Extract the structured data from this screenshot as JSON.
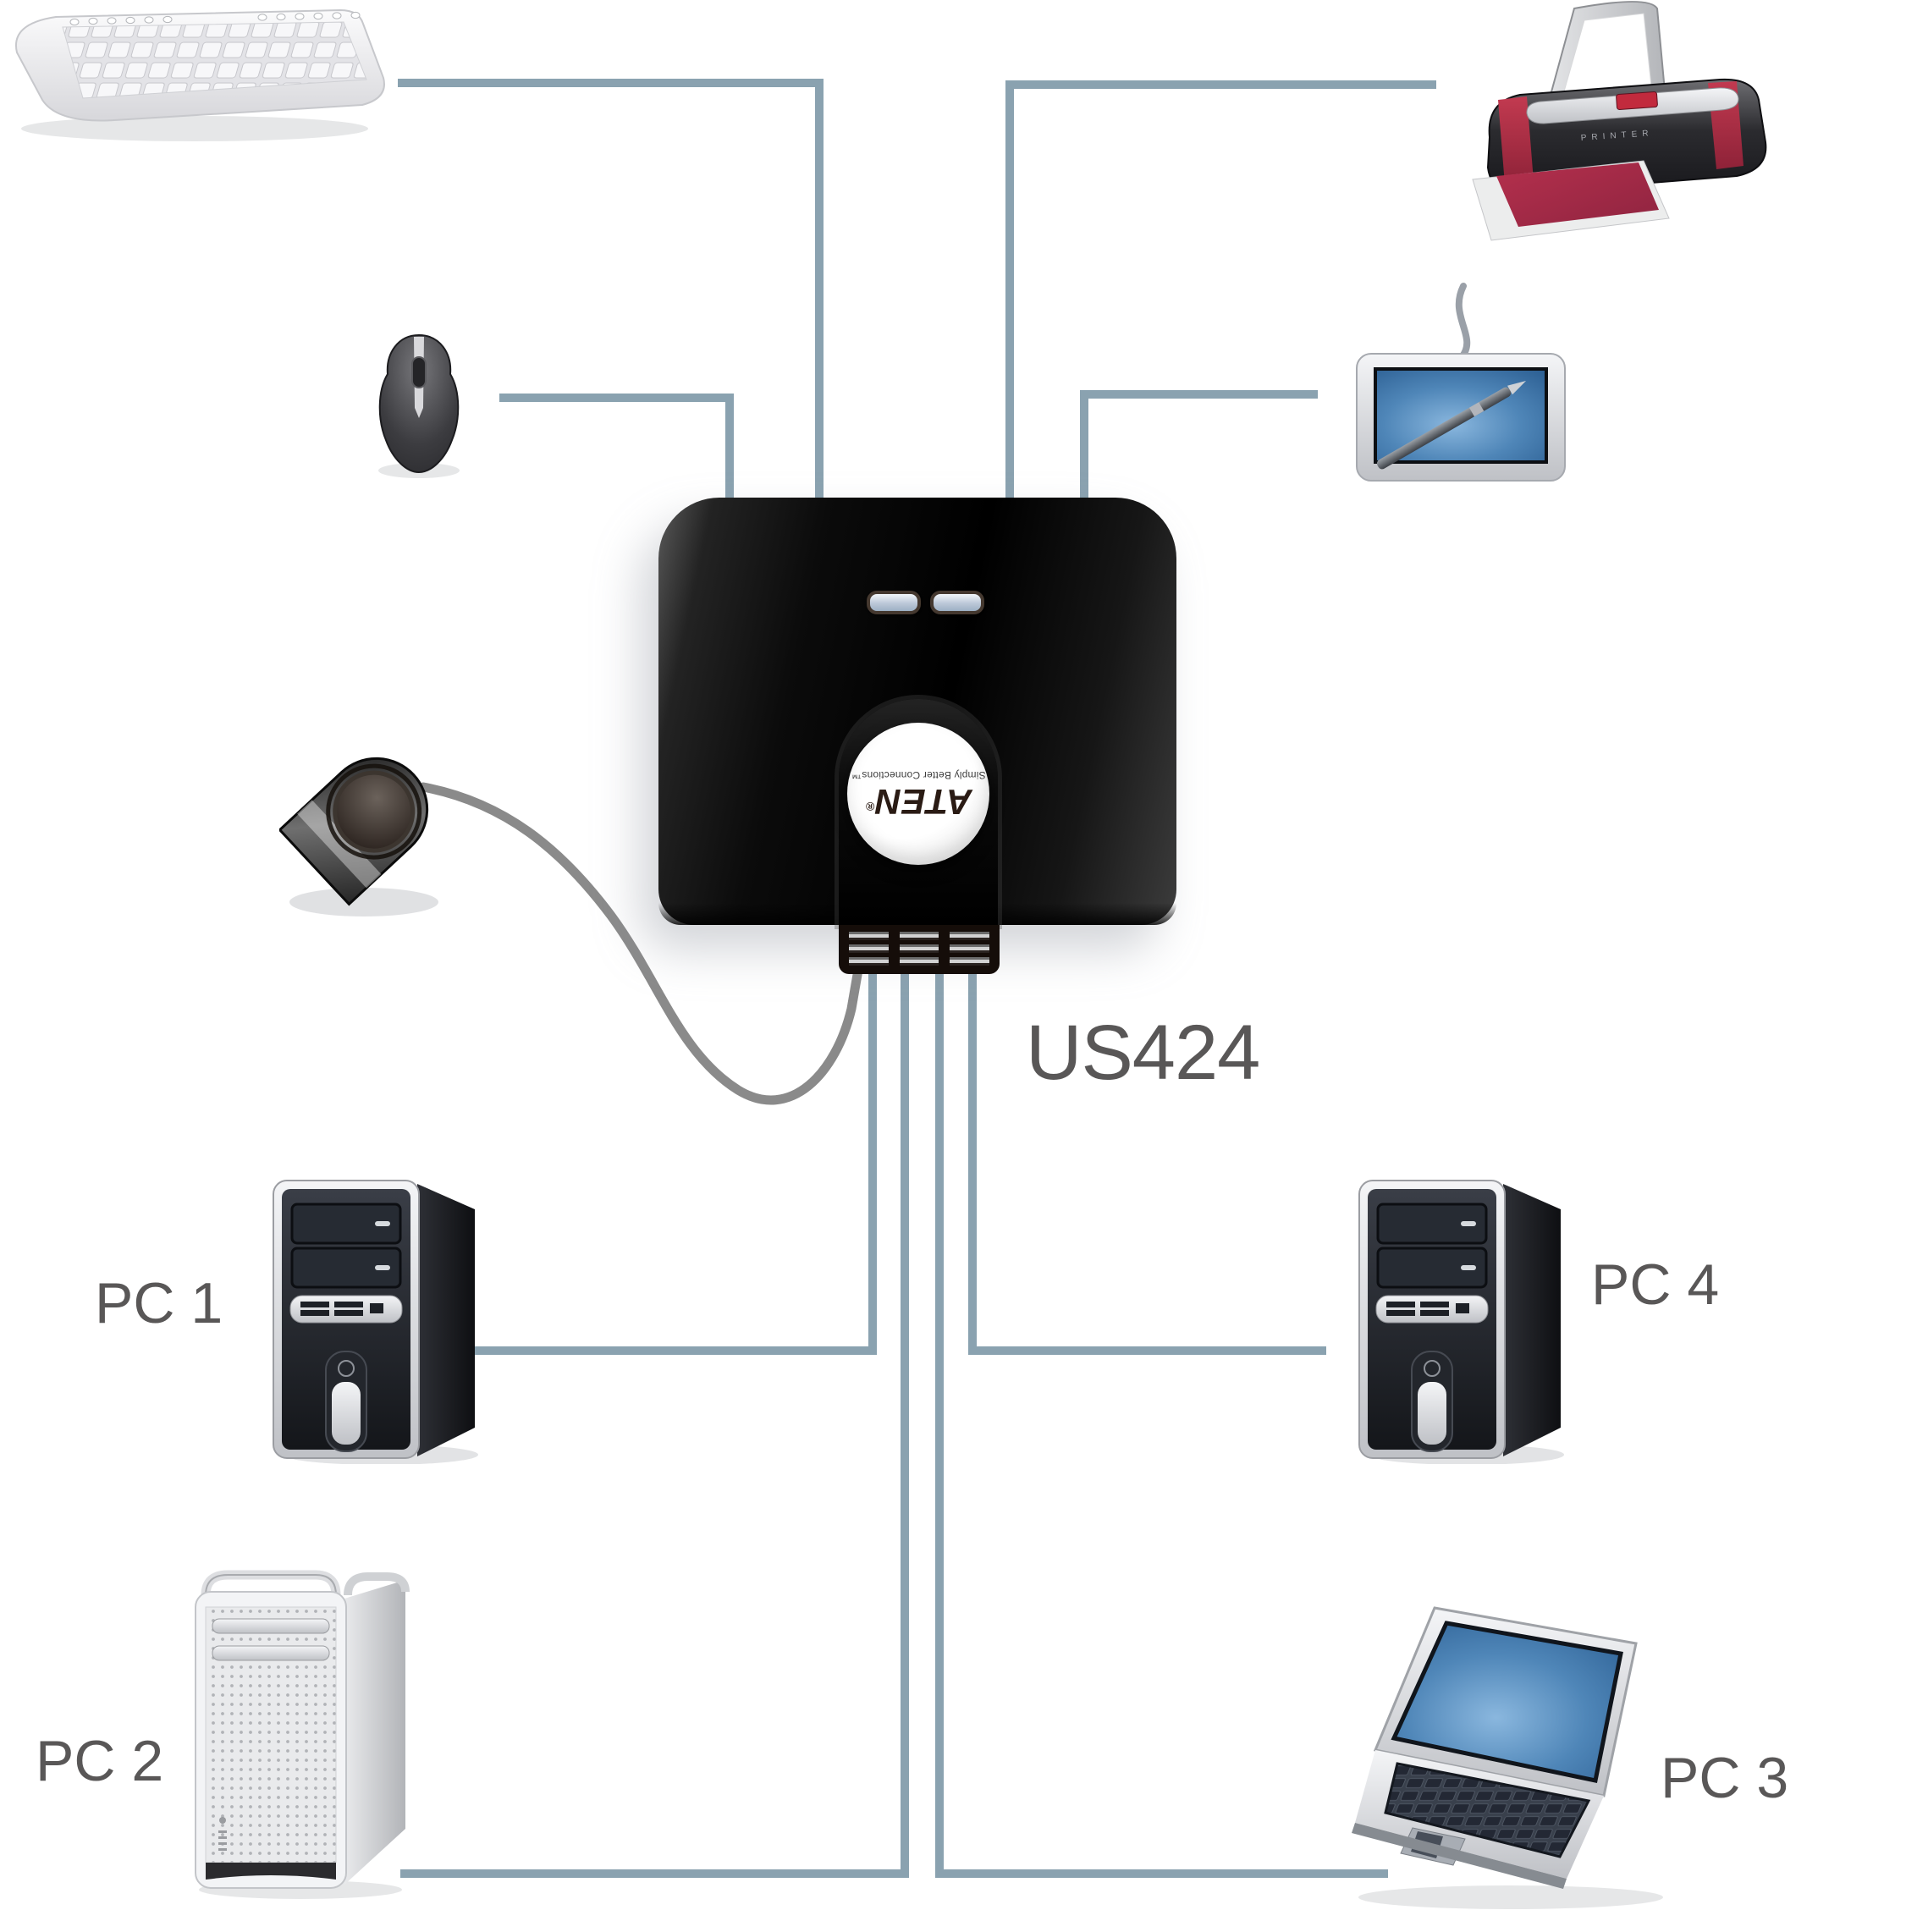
{
  "diagram": {
    "model_label": "US424",
    "logo": {
      "brand": "ATEN",
      "reg": "®",
      "tagline": "Simply Better Connections™"
    },
    "printer_text": "PRINTER",
    "computers": [
      {
        "id": "pc1",
        "label": "PC 1"
      },
      {
        "id": "pc2",
        "label": "PC 2"
      },
      {
        "id": "pc3",
        "label": "PC 3"
      },
      {
        "id": "pc4",
        "label": "PC 4"
      }
    ],
    "peripherals": [
      "keyboard",
      "mouse",
      "printer",
      "graphics-tablet",
      "remote-port-selector"
    ],
    "switch": {
      "led_count": 2
    },
    "colors": {
      "connection_line": "#8AA2B0",
      "remote_cable": "#8a8a8a",
      "label_text": "#595757",
      "device_body": "#0b0b0b",
      "accent_red": "#b03048",
      "screen_blue": "#4f86b8"
    }
  }
}
